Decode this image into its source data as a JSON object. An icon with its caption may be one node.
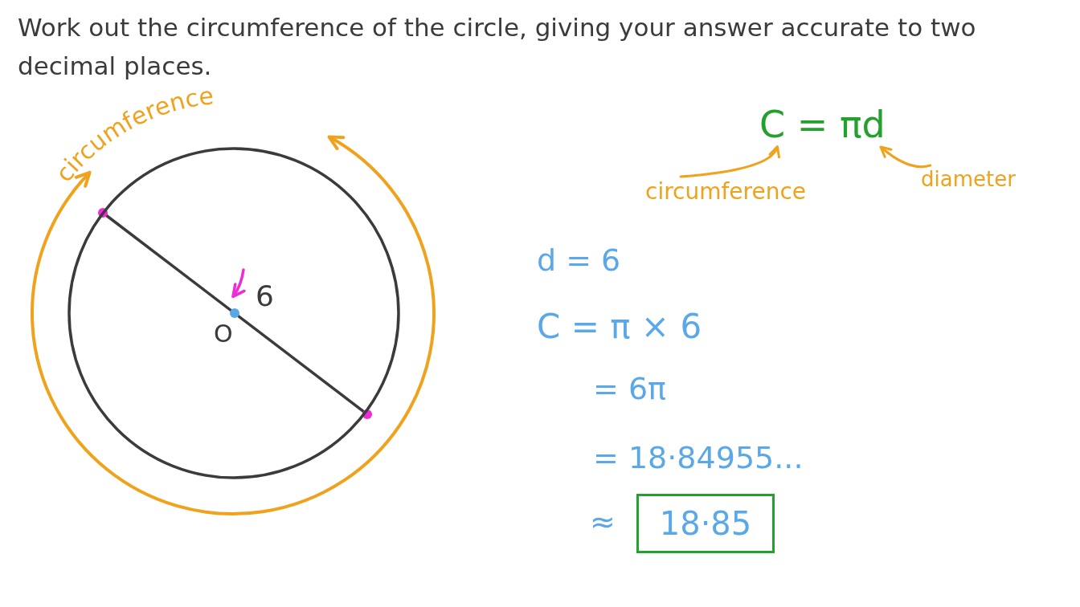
{
  "diagram": {
    "title": "Work out the circumference of the circle, giving your answer accurate to two decimal places.",
    "nodes": [
      {
        "text": [],
        "shape": "circle"
      },
      {
        "text": [
          "C = πd"
        ]
      },
      {
        "text": [
          "circumference"
        ]
      },
      {
        "text": [
          "diameter"
        ]
      },
      {
        "text": [
          "18·85"
        ]
      }
    ],
    "edges": [
      {
        "from": 2,
        "to": 1,
        "arrow": "to"
      },
      {
        "from": 3,
        "to": 1,
        "arrow": "to"
      }
    ],
    "labels": [
      "circumference",
      "6",
      "O",
      "d = 6",
      "C = π × 6",
      "= 6π",
      "= 18·84955...",
      "≈"
    ]
  }
}
